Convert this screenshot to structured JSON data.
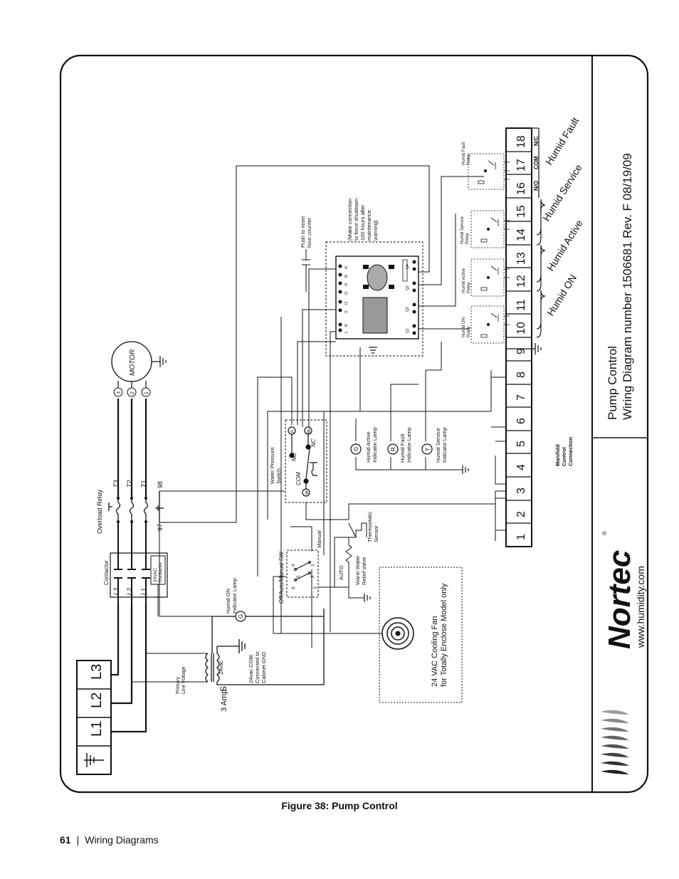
{
  "title_block": {
    "title": "Pump Control",
    "subtitle": "Wiring Diagram number 1506681  Rev. F  08/19/09",
    "brand": "Nortec",
    "brand_mark": "®",
    "website": "www.humidity.com"
  },
  "supply": {
    "labels": [
      "L1",
      "L2",
      "L3"
    ],
    "fuse": "3 Amp",
    "fuse_symbol": "S",
    "transformer_primary": "Primary\nLine Voltage",
    "transformer_secondary": "24vac",
    "ground_note": "24vac COM,\nConnected to\nCabinet GND"
  },
  "motor": {
    "label": "MOTOR",
    "terminals": [
      "T3",
      "T2",
      "T1"
    ],
    "lead_marks": [
      "3",
      "2",
      "1"
    ]
  },
  "contactor": {
    "label": "Contactor",
    "poles": [
      "L3",
      "L2",
      "L1"
    ],
    "coil": "24VAC\nContactor"
  },
  "overload": {
    "label": "Overload Relay",
    "terminals": [
      "T3",
      "T2",
      "T1"
    ],
    "aux_left": "97",
    "aux_right": "98"
  },
  "lamps": {
    "humid_on": {
      "letter": "G",
      "label": "Humid ON\nIndicator Lamp"
    },
    "humid_active": {
      "letter": "G",
      "label": "Humid Active\nIndicator Lamp"
    },
    "humid_fault": {
      "letter": "R",
      "label": "Humid Fault\nIndicator Lamp"
    },
    "humid_service": {
      "letter": "Y",
      "label": "Humid Service\nIndicator Lamp"
    }
  },
  "switch": {
    "label": "Off/Auto/Manual SW",
    "manual": "Manual",
    "auto": "AUTO",
    "terminals": [
      "6",
      "5",
      "3",
      "4",
      "2",
      "1"
    ]
  },
  "pressure_switch": {
    "label": "Water Pressure\nSwitch",
    "no": "NO",
    "nc": "NC",
    "com": "COM",
    "wire_colors": [
      "W",
      "R",
      "Bk"
    ]
  },
  "sensor": {
    "label": "Thermostatic\nSensor"
  },
  "valve": {
    "label": "Warm Water\nRelief Valve"
  },
  "fan": {
    "label": "24 VAC Cooling Fan\nfor Totally Enclose Model only"
  },
  "controller": {
    "reset_label": "Push to reset\nhour counter",
    "note": "(Make connection\nto force shutdown\n100 hours after\nmaintenance\nwarning)",
    "inputs": [
      "L",
      "N",
      "I1",
      "I2",
      "I3",
      "I4",
      "I5",
      "I6"
    ],
    "outputs": [
      "Q1",
      "Q2",
      "Q3",
      "Q4"
    ]
  },
  "relays": [
    {
      "label": "Humid ON\nRelay"
    },
    {
      "label": "Humid Active\nRelay"
    },
    {
      "label": "Humid Service\nRelay"
    },
    {
      "label": "Humid Fault\nRelay"
    }
  ],
  "terminal_strip": {
    "numbers": [
      "1",
      "2",
      "3",
      "4",
      "5",
      "6",
      "7",
      "8",
      "9",
      "10",
      "11",
      "12",
      "13",
      "14",
      "15",
      "16",
      "17",
      "18"
    ],
    "fault_contacts": [
      "N/O",
      "COM",
      "N/C"
    ],
    "manifold": "Manifold\nControl\nConnection"
  },
  "brackets": [
    "Humid ON",
    "Humid Active",
    "Humid Service",
    "Humid Fault"
  ],
  "caption": "Figure 38:  Pump Control",
  "footer": {
    "page": "61",
    "sep": "|",
    "section": "Wiring Diagrams"
  }
}
